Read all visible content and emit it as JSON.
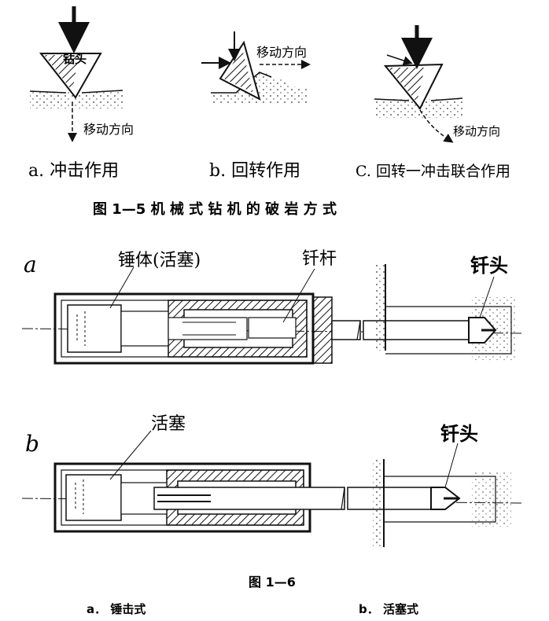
{
  "fig1": {
    "drill_bit_label": "钻头",
    "move_dir_a": "移动方向",
    "move_dir_b": "移动方向",
    "move_dir_c": "移动方向",
    "caption_a": "a. 冲击作用",
    "caption_b": "b. 回转作用",
    "caption_c": "C. 回转一冲击联合作用",
    "title": "图 1—5  机 械 式 钻 机 的 破 岩 方 式"
  },
  "fig2": {
    "label_a": "a",
    "label_b": "b",
    "hammer_body": "锤体(活塞)",
    "drill_rod": "钎杆",
    "drill_head_a": "钎头",
    "piston": "活塞",
    "drill_head_b": "钎头",
    "title": "图 1—6",
    "caption_a": "a．  锤击式",
    "caption_b": "b．  活塞式"
  }
}
